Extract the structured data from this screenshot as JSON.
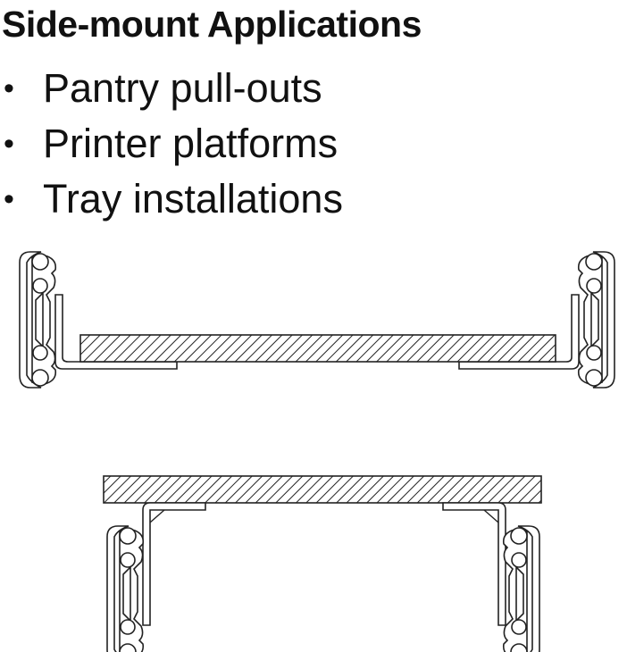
{
  "title": "Side-mount Applications",
  "bullets": [
    "Pantry pull-outs",
    "Printer platforms",
    "Tray installations"
  ]
}
